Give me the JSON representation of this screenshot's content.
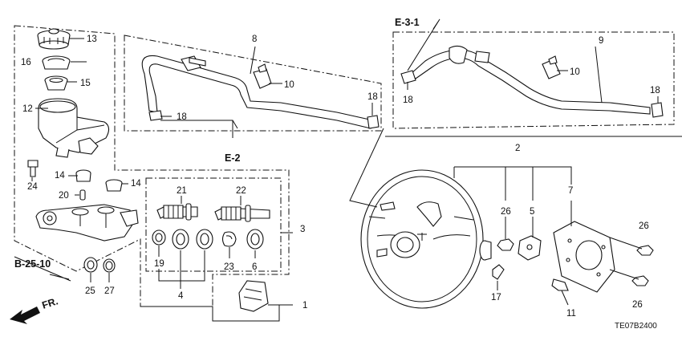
{
  "callouts": {
    "p1": "1",
    "p2": "2",
    "p3": "3",
    "p4": "4",
    "p5": "5",
    "p6": "6",
    "p7": "7",
    "p8": "8",
    "p9": "9",
    "p10a": "10",
    "p10b": "10",
    "p11": "11",
    "p12": "12",
    "p13": "13",
    "p14a": "14",
    "p14b": "14",
    "p15": "15",
    "p16": "16",
    "p17": "17",
    "p18a": "18",
    "p18b": "18",
    "p18c": "18",
    "p18d": "18",
    "p19": "19",
    "p20": "20",
    "p21": "21",
    "p22": "22",
    "p23": "23",
    "p24": "24",
    "p25": "25",
    "p26a": "26",
    "p26b": "26",
    "p26c": "26",
    "p27": "27"
  },
  "refs": {
    "e31": "E-3-1",
    "e2": "E-2",
    "b2510": "B-25-10",
    "fr": "FR."
  },
  "diagram_code": "TE07B2400"
}
